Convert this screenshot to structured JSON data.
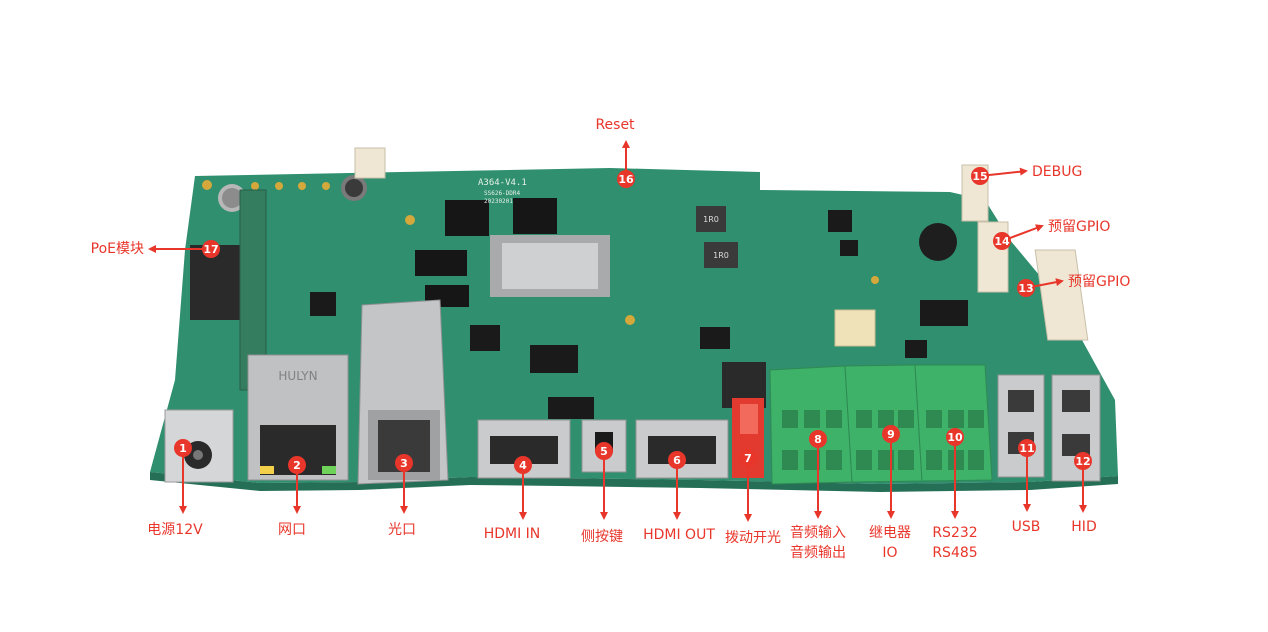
{
  "colors": {
    "accent": "#e8362b",
    "pcb": "#2f8f6e",
    "pcb_dark": "#256f56",
    "terminal_green": "#3fb26a",
    "metal": "#c9cbcd"
  },
  "board": {
    "silkscreen_model": "A364-V4.1",
    "silkscreen_sub1": "SS626-DDR4",
    "silkscreen_sub2": "20230201",
    "rj45_brand": "HULYN",
    "inductor_mark_1": "1R0",
    "inductor_mark_2": "1R0"
  },
  "callouts": [
    {
      "number": "1",
      "label": "电源12V"
    },
    {
      "number": "2",
      "label": "网口"
    },
    {
      "number": "3",
      "label": "光口"
    },
    {
      "number": "4",
      "label": "HDMI IN"
    },
    {
      "number": "5",
      "label": "侧按键"
    },
    {
      "number": "6",
      "label": "HDMI OUT"
    },
    {
      "number": "7",
      "label": "拨动开光"
    },
    {
      "number": "8",
      "label": "音频输入",
      "label2": "音频输出"
    },
    {
      "number": "9",
      "label": "继电器",
      "label2": "IO"
    },
    {
      "number": "10",
      "label": "RS232",
      "label2": "RS485"
    },
    {
      "number": "11",
      "label": "USB"
    },
    {
      "number": "12",
      "label": "HID"
    },
    {
      "number": "13",
      "label": "预留GPIO"
    },
    {
      "number": "14",
      "label": "预留GPIO"
    },
    {
      "number": "15",
      "label": "DEBUG"
    },
    {
      "number": "16",
      "label": "Reset"
    },
    {
      "number": "17",
      "label": "PoE模块"
    }
  ]
}
